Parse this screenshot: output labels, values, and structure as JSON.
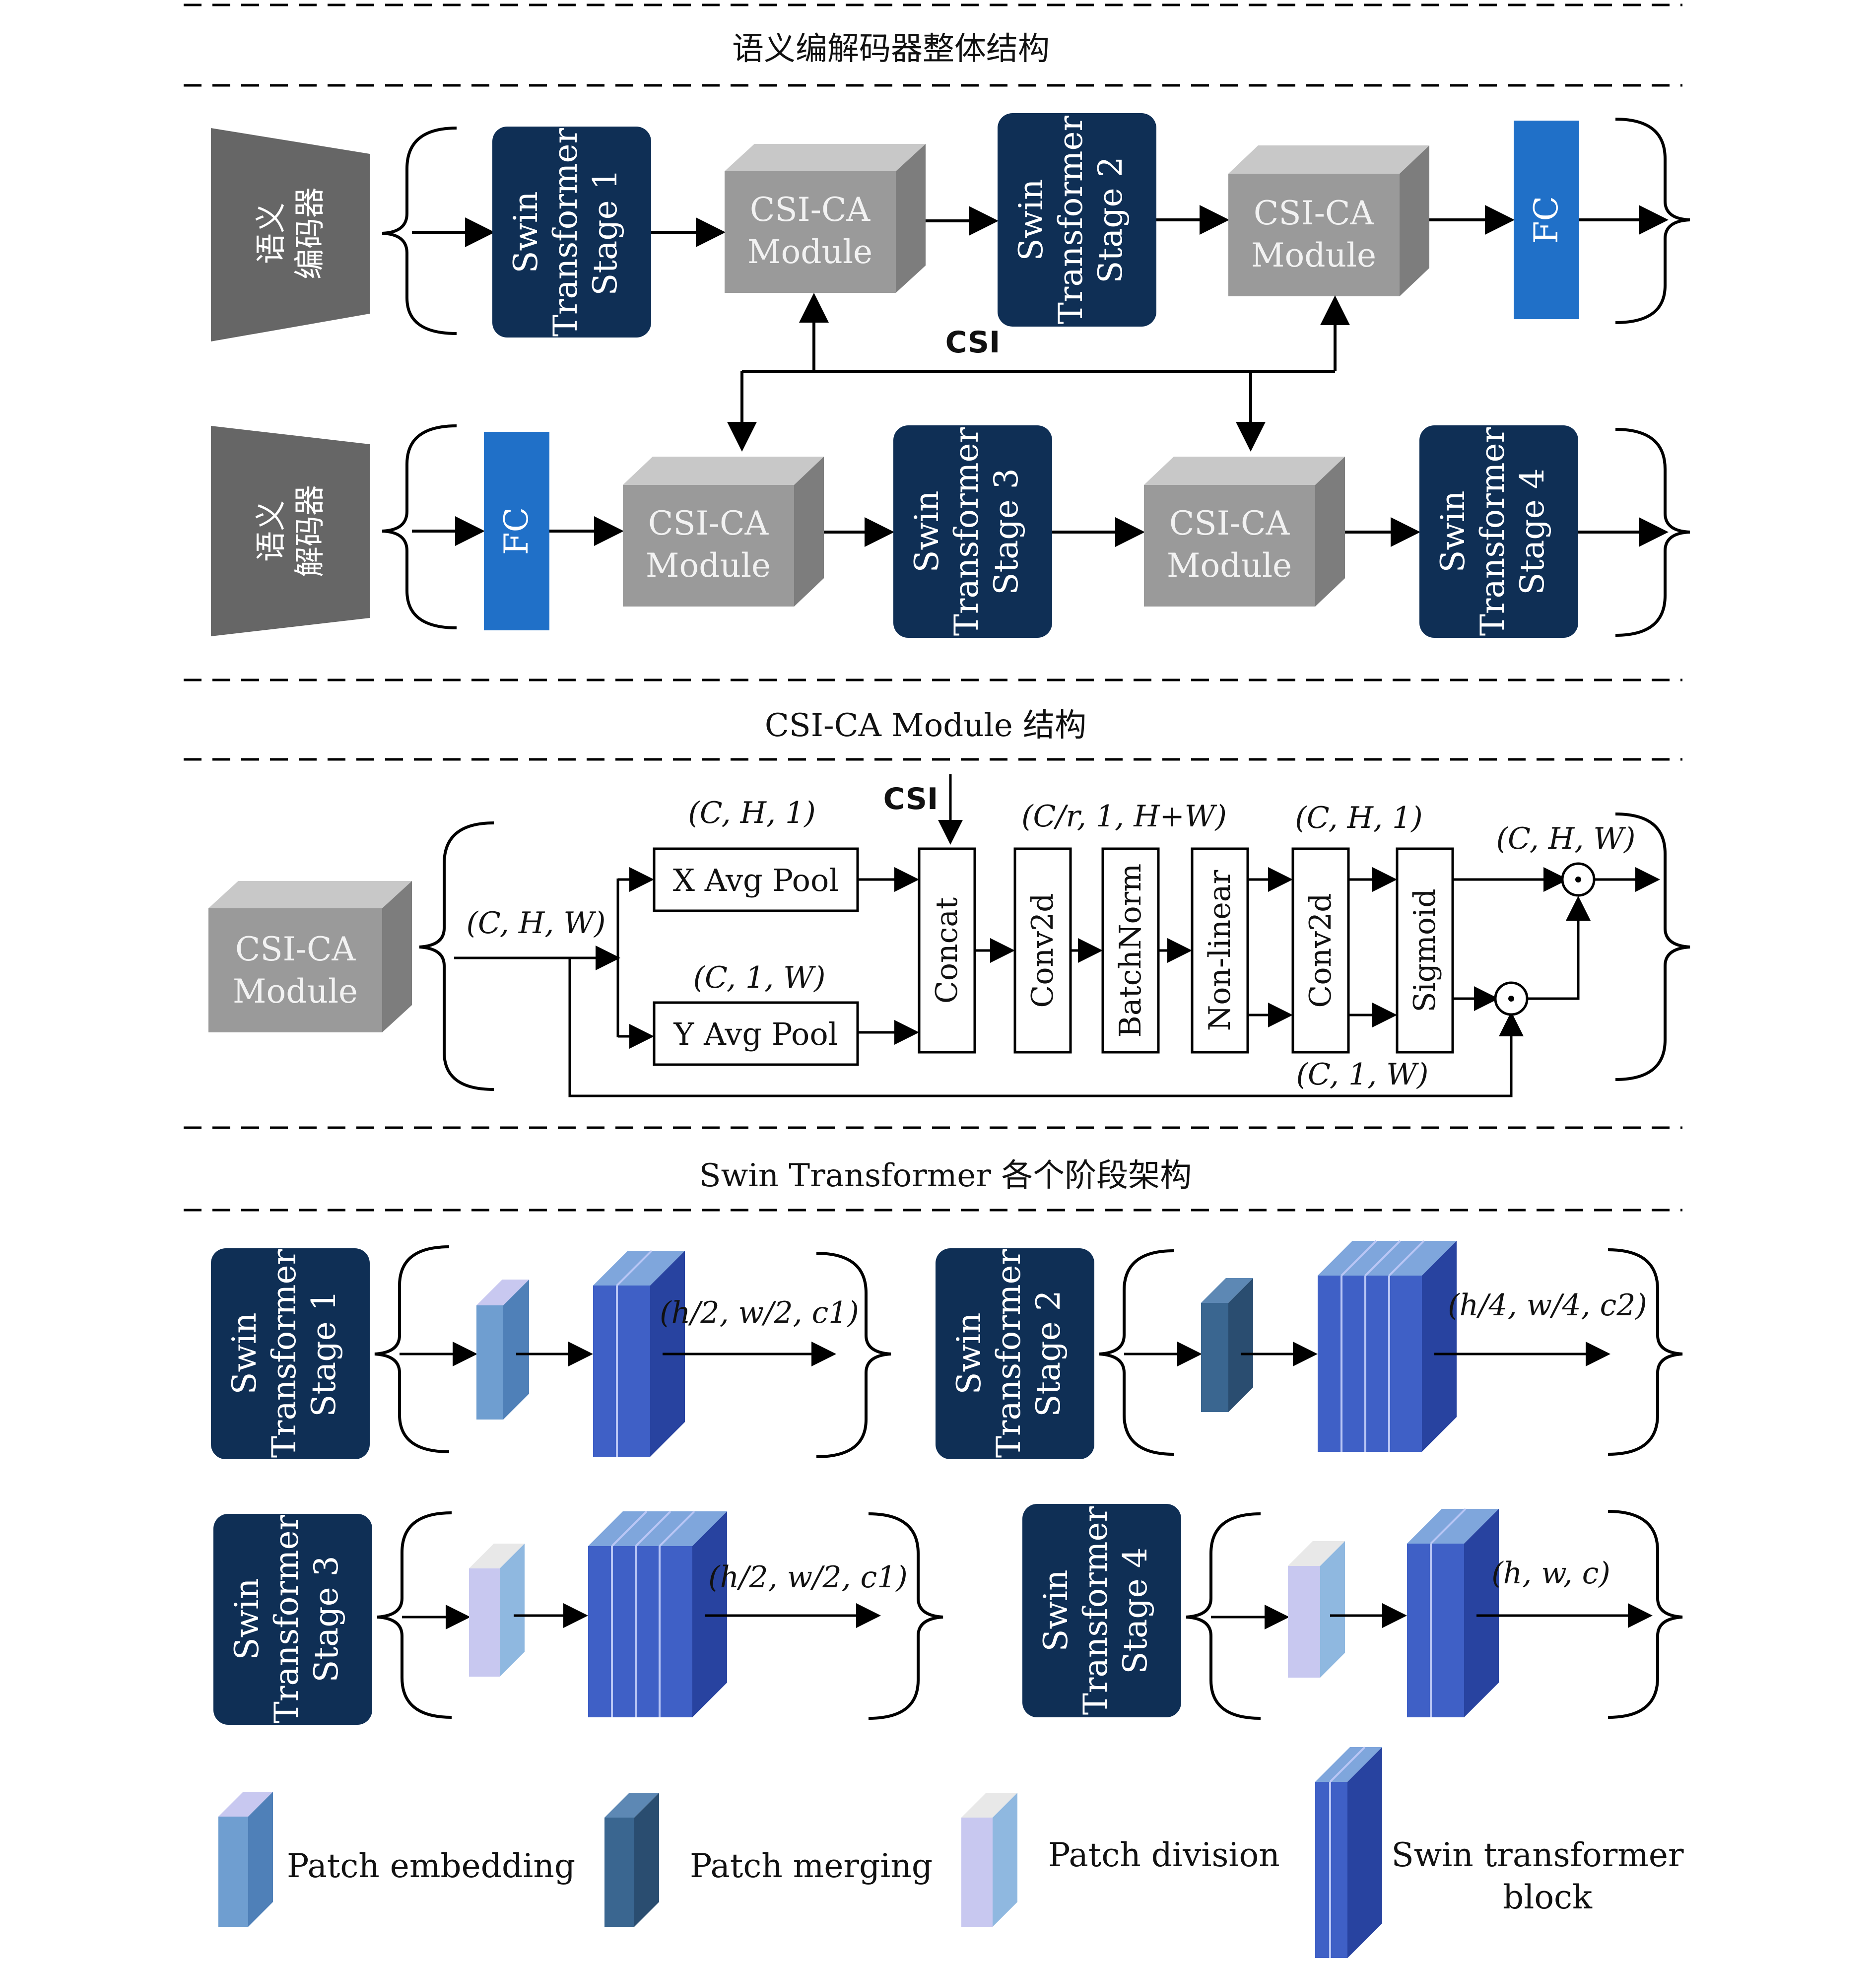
{
  "sections": {
    "overall_title": "语义编解码器整体结构",
    "csica_title": "CSI-CA Module 结构",
    "swin_title": "Swin Transformer 各个阶段架构"
  },
  "overall": {
    "encoder_label_line1": "语义",
    "encoder_label_line2": "编码器",
    "decoder_label_line1": "语义",
    "decoder_label_line2": "解码器",
    "swin_line1": "Swin",
    "swin_line2": "Transformer",
    "stage1": "Stage 1",
    "stage2": "Stage 2",
    "stage3": "Stage 3",
    "stage4": "Stage 4",
    "csica_line1": "CSI-CA",
    "csica_line2": "Module",
    "fc": "FC",
    "csi": "CSI"
  },
  "csica": {
    "block_line1": "CSI-CA",
    "block_line2": "Module",
    "csi": "CSI",
    "input_dim": "(C, H, W)",
    "x_dim": "(C, H, 1)",
    "y_dim": "(C, 1, W)",
    "x_pool": "X Avg Pool",
    "y_pool": "Y Avg Pool",
    "concat": "Concat",
    "conv1": "Conv2d",
    "bn": "BatchNorm",
    "nonlinear": "Non-linear",
    "conv2": "Conv2d",
    "sigmoid": "Sigmoid",
    "mid_dim": "(C/r, 1, H+W)",
    "out_h_dim": "(C, H, 1)",
    "out_w_dim": "(C, 1, W)",
    "out_dim": "(C, H, W)"
  },
  "stages": {
    "s1_dim": "(h/2, w/2, c1)",
    "s2_dim": "(h/4, w/4, c2)",
    "s3_dim": "(h/2, w/2, c1)",
    "s4_dim": "(h, w, c)"
  },
  "legend": {
    "patch_embedding": "Patch embedding",
    "patch_merging": "Patch merging",
    "patch_division": "Patch division",
    "swin_block_line1": "Swin transformer",
    "swin_block_line2": "block"
  },
  "colors": {
    "swin_box": "#0f2f55",
    "fc_box": "#2070c8",
    "csica_front": "#9a9a9a",
    "trapezoid": "#666666",
    "block_blue": "#2e4fb0",
    "embedding": "#6f9ed0",
    "merging": "#3a6690",
    "division_light": "#c8c8f0"
  }
}
